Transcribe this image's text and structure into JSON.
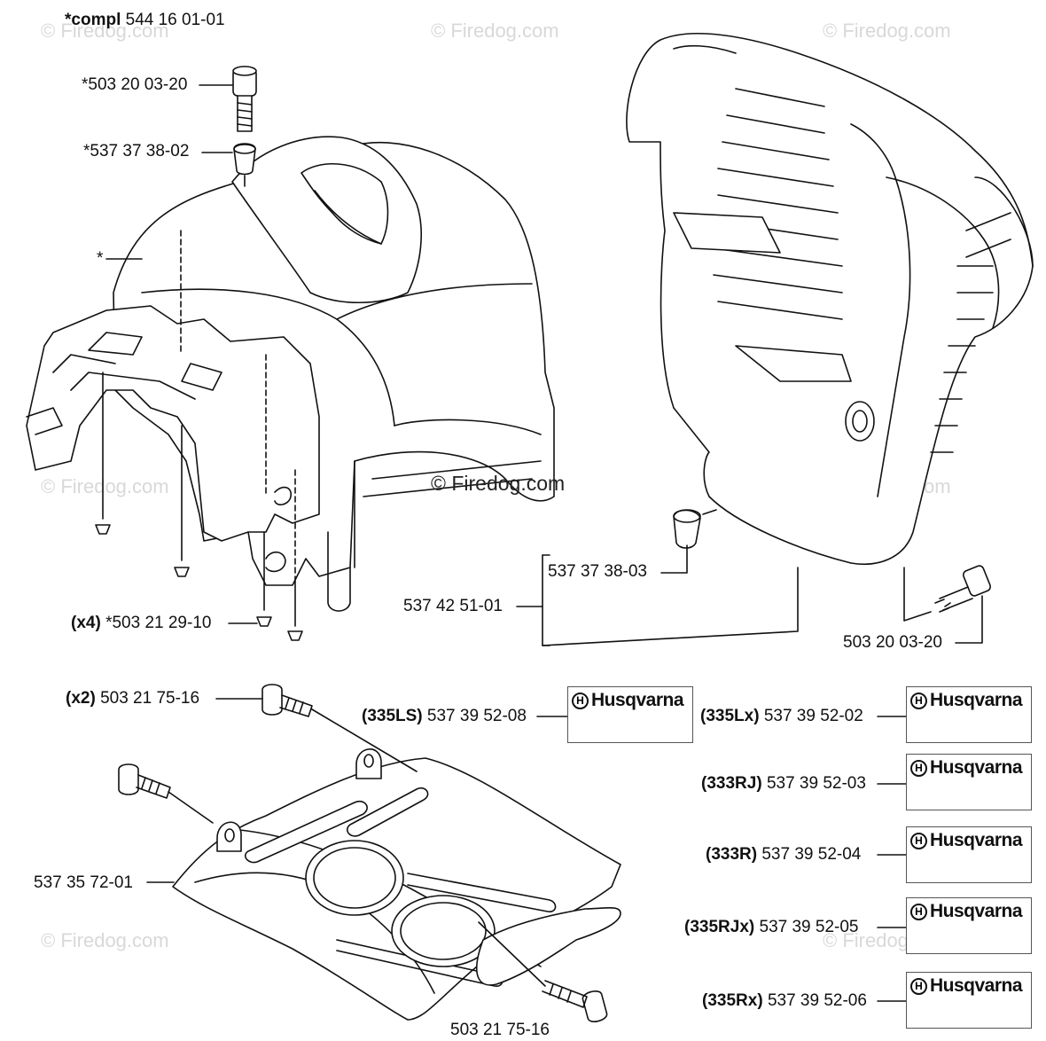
{
  "watermarks": {
    "main": "© Firedog.com",
    "faint": "© Firedog.com"
  },
  "labels": {
    "compl_prefix": "*compl",
    "compl_code": "544 16 01-01",
    "bolt_top": "*503 20 03-20",
    "washer_top": "*537 37 38-02",
    "star": "*",
    "screw_qty": "(x4)",
    "screw_code": "*503 21 29-10",
    "bushing": "537 37 38-03",
    "cover": "537 42 51-01",
    "bolt_right": "503 20 03-20",
    "bolt_plate_qty": "(x2)",
    "bolt_plate_code": "503 21 75-16",
    "plate": "537 35 72-01",
    "bolt_bottom": "503 21 75-16"
  },
  "decals": [
    {
      "model": "(335LS)",
      "code": "537 39 52-08",
      "brand": "Husqvarna",
      "logo": "H"
    },
    {
      "model": "(335Lx)",
      "code": "537 39 52-02",
      "brand": "Husqvarna",
      "logo": "H"
    },
    {
      "model": "(333RJ)",
      "code": "537 39 52-03",
      "brand": "Husqvarna",
      "logo": "H"
    },
    {
      "model": "(333R)",
      "code": "537 39 52-04",
      "brand": "Husqvarna",
      "logo": "H"
    },
    {
      "model": "(335RJx)",
      "code": "537 39 52-05",
      "brand": "Husqvarna",
      "logo": "H"
    },
    {
      "model": "(335Rx)",
      "code": "537 39 52-06",
      "brand": "Husqvarna",
      "logo": "H"
    }
  ]
}
